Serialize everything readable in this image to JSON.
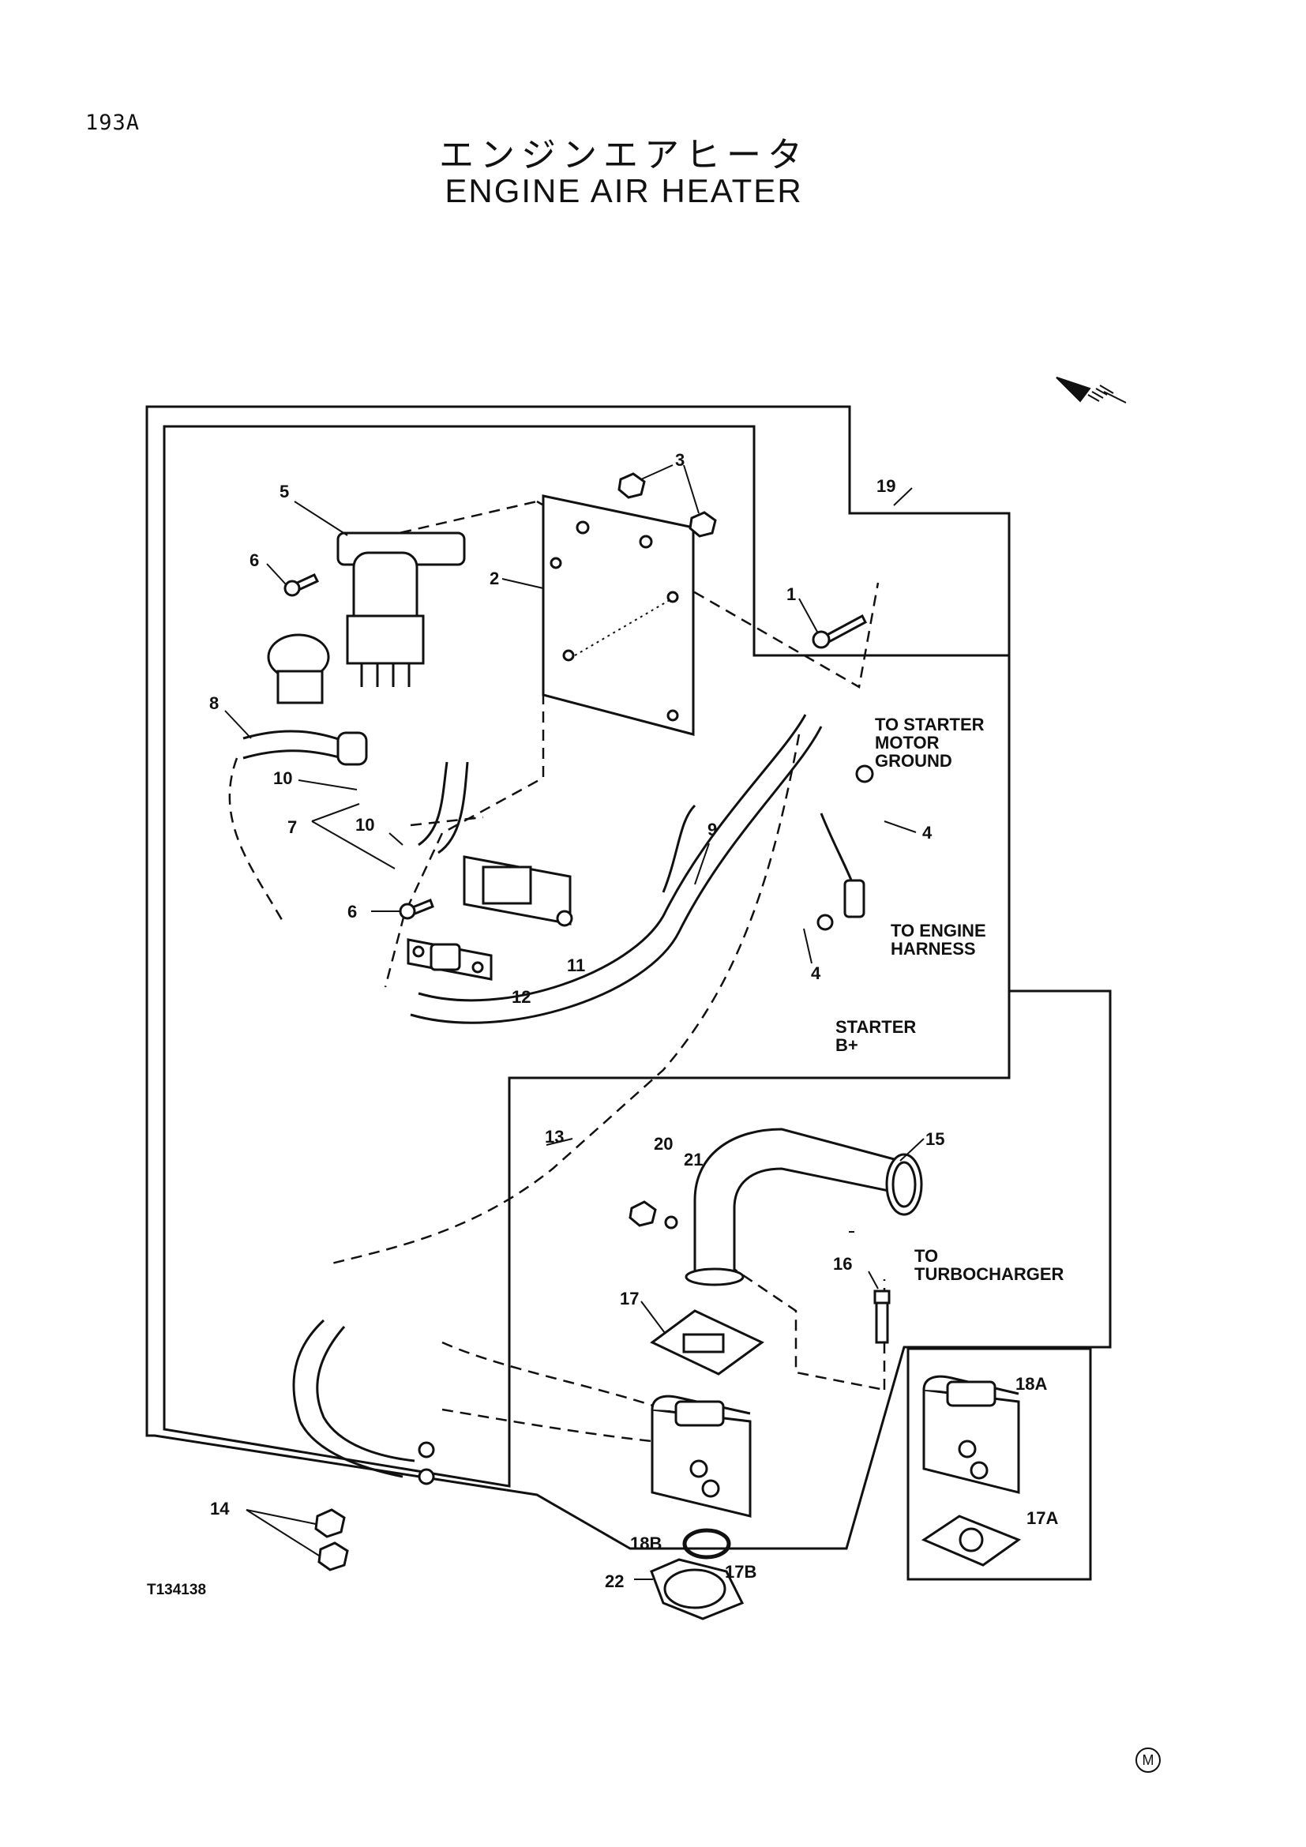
{
  "page_code": "193A",
  "title_jp": "エンジンエアヒータ",
  "title_en": "ENGINE AIR HEATER",
  "figure_code": "T134138",
  "corner_mark": "M",
  "callouts": {
    "c1": "1",
    "c2": "2",
    "c3": "3",
    "c4a": "4",
    "c4b": "4",
    "c5": "5",
    "c6a": "6",
    "c6b": "6",
    "c7": "7",
    "c8": "8",
    "c9": "9",
    "c10a": "10",
    "c10b": "10",
    "c11": "11",
    "c12": "12",
    "c13": "13",
    "c14": "14",
    "c15": "15",
    "c16": "16",
    "c17": "17",
    "c17a": "17A",
    "c17b": "17B",
    "c18a": "18A",
    "c18b": "18B",
    "c19": "19",
    "c20": "20",
    "c21": "21",
    "c22": "22"
  },
  "notes": {
    "starter_motor_ground": [
      "TO STARTER",
      "MOTOR",
      "GROUND"
    ],
    "engine_harness": [
      "TO ENGINE",
      "HARNESS"
    ],
    "starter_b_plus": [
      "STARTER",
      "B+"
    ],
    "turbocharger": [
      "TO",
      "TURBOCHARGER"
    ]
  }
}
